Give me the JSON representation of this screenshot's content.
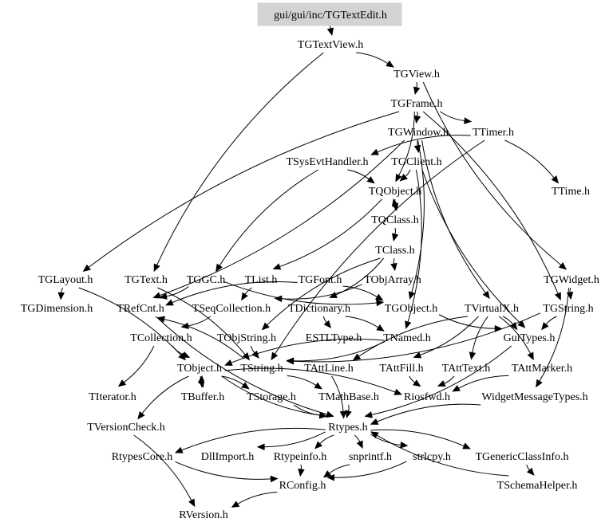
{
  "diagram": {
    "type": "include-dependency-graph",
    "root": "gui/gui/inc/TGTextEdit.h",
    "nodes": [
      {
        "id": "root",
        "label": "gui/gui/inc/TGTextEdit.h",
        "highlighted": true
      },
      {
        "id": "TGTextView",
        "label": "TGTextView.h"
      },
      {
        "id": "TGView",
        "label": "TGView.h"
      },
      {
        "id": "TGFrame",
        "label": "TGFrame.h"
      },
      {
        "id": "TGWindow",
        "label": "TGWindow.h"
      },
      {
        "id": "TTimer",
        "label": "TTimer.h"
      },
      {
        "id": "TSysEvtHandler",
        "label": "TSysEvtHandler.h"
      },
      {
        "id": "TGClient",
        "label": "TGClient.h"
      },
      {
        "id": "TQObject",
        "label": "TQObject.h"
      },
      {
        "id": "TTime",
        "label": "TTime.h"
      },
      {
        "id": "TQClass",
        "label": "TQClass.h"
      },
      {
        "id": "TClass",
        "label": "TClass.h"
      },
      {
        "id": "TGLayout",
        "label": "TGLayout.h"
      },
      {
        "id": "TGText",
        "label": "TGText.h"
      },
      {
        "id": "TGGC",
        "label": "TGGC.h"
      },
      {
        "id": "TList",
        "label": "TList.h"
      },
      {
        "id": "TGFont",
        "label": "TGFont.h"
      },
      {
        "id": "TObjArray",
        "label": "TObjArray.h"
      },
      {
        "id": "TGWidget",
        "label": "TGWidget.h"
      },
      {
        "id": "TGDimension",
        "label": "TGDimension.h"
      },
      {
        "id": "TRefCnt",
        "label": "TRefCnt.h"
      },
      {
        "id": "TSeqCollection",
        "label": "TSeqCollection.h"
      },
      {
        "id": "TDictionary",
        "label": "TDictionary.h"
      },
      {
        "id": "TGObject",
        "label": "TGObject.h"
      },
      {
        "id": "TVirtualX",
        "label": "TVirtualX.h"
      },
      {
        "id": "TGString",
        "label": "TGString.h"
      },
      {
        "id": "TCollection",
        "label": "TCollection.h"
      },
      {
        "id": "TObjString",
        "label": "TObjString.h"
      },
      {
        "id": "ESTLType",
        "label": "ESTLType.h"
      },
      {
        "id": "TNamed",
        "label": "TNamed.h"
      },
      {
        "id": "GuiTypes",
        "label": "GuiTypes.h"
      },
      {
        "id": "TObject",
        "label": "TObject.h"
      },
      {
        "id": "TString",
        "label": "TString.h"
      },
      {
        "id": "TAttLine",
        "label": "TAttLine.h"
      },
      {
        "id": "TAttFill",
        "label": "TAttFill.h"
      },
      {
        "id": "TAttText",
        "label": "TAttText.h"
      },
      {
        "id": "TAttMarker",
        "label": "TAttMarker.h"
      },
      {
        "id": "TIterator",
        "label": "TIterator.h"
      },
      {
        "id": "TBuffer",
        "label": "TBuffer.h"
      },
      {
        "id": "TStorage",
        "label": "TStorage.h"
      },
      {
        "id": "TMathBase",
        "label": "TMathBase.h"
      },
      {
        "id": "Riosfwd",
        "label": "Riosfwd.h"
      },
      {
        "id": "WidgetMessageTypes",
        "label": "WidgetMessageTypes.h"
      },
      {
        "id": "TVersionCheck",
        "label": "TVersionCheck.h"
      },
      {
        "id": "Rtypes",
        "label": "Rtypes.h"
      },
      {
        "id": "RtypesCore",
        "label": "RtypesCore.h"
      },
      {
        "id": "DllImport",
        "label": "DllImport.h"
      },
      {
        "id": "Rtypeinfo",
        "label": "Rtypeinfo.h"
      },
      {
        "id": "snprintf",
        "label": "snprintf.h"
      },
      {
        "id": "strlcpy",
        "label": "strlcpy.h"
      },
      {
        "id": "TGenericClassInfo",
        "label": "TGenericClassInfo.h"
      },
      {
        "id": "TSchemaHelper",
        "label": "TSchemaHelper.h"
      },
      {
        "id": "RConfig",
        "label": "RConfig.h"
      },
      {
        "id": "RVersion",
        "label": "RVersion.h"
      }
    ],
    "edges": [
      [
        "root",
        "TGTextView"
      ],
      [
        "TGTextView",
        "TGView"
      ],
      [
        "TGTextView",
        "TGText"
      ],
      [
        "TGView",
        "TGFrame"
      ],
      [
        "TGView",
        "TGWidget"
      ],
      [
        "TGFrame",
        "TGWindow"
      ],
      [
        "TGFrame",
        "TTimer"
      ],
      [
        "TGFrame",
        "TQObject"
      ],
      [
        "TGFrame",
        "TGLayout"
      ],
      [
        "TGFrame",
        "TGString"
      ],
      [
        "TGWindow",
        "TGClient"
      ],
      [
        "TGWindow",
        "TGObject"
      ],
      [
        "TGWindow",
        "TVirtualX"
      ],
      [
        "TGWindow",
        "TRefCnt"
      ],
      [
        "TTimer",
        "TSysEvtHandler"
      ],
      [
        "TTimer",
        "TTime"
      ],
      [
        "TTimer",
        "TString"
      ],
      [
        "TSysEvtHandler",
        "TQObject"
      ],
      [
        "TSysEvtHandler",
        "TGGC"
      ],
      [
        "TGClient",
        "TQObject"
      ],
      [
        "TGClient",
        "GuiTypes"
      ],
      [
        "TGClient",
        "TNamed"
      ],
      [
        "TQObject",
        "TQClass"
      ],
      [
        "TQObject",
        "TList"
      ],
      [
        "TQClass",
        "TQObject"
      ],
      [
        "TQClass",
        "TClass"
      ],
      [
        "TClass",
        "TObjArray"
      ],
      [
        "TClass",
        "TDictionary"
      ],
      [
        "TClass",
        "TObjString"
      ],
      [
        "TGText",
        "TString"
      ],
      [
        "TGGC",
        "TGObject"
      ],
      [
        "TGGC",
        "TRefCnt"
      ],
      [
        "TList",
        "TSeqCollection"
      ],
      [
        "TGFont",
        "TGObject"
      ],
      [
        "TGFont",
        "TRefCnt"
      ],
      [
        "TObjArray",
        "TSeqCollection"
      ],
      [
        "TGLayout",
        "TGDimension"
      ],
      [
        "TGLayout",
        "TObject"
      ],
      [
        "TGWidget",
        "TGString"
      ],
      [
        "TGWidget",
        "WidgetMessageTypes"
      ],
      [
        "TRefCnt",
        "Rtypes"
      ],
      [
        "TSeqCollection",
        "TCollection"
      ],
      [
        "TDictionary",
        "ESTLType"
      ],
      [
        "TDictionary",
        "TNamed"
      ],
      [
        "TGObject",
        "GuiTypes"
      ],
      [
        "TVirtualX",
        "GuiTypes"
      ],
      [
        "TVirtualX",
        "TAttLine"
      ],
      [
        "TVirtualX",
        "TAttFill"
      ],
      [
        "TVirtualX",
        "TAttText"
      ],
      [
        "TVirtualX",
        "TAttMarker"
      ],
      [
        "TGString",
        "GuiTypes"
      ],
      [
        "TGString",
        "TString"
      ],
      [
        "TCollection",
        "TObject"
      ],
      [
        "TCollection",
        "TIterator"
      ],
      [
        "TObjString",
        "TString"
      ],
      [
        "TNamed",
        "TString"
      ],
      [
        "TNamed",
        "TObject"
      ],
      [
        "GuiTypes",
        "Rtypes"
      ],
      [
        "TObject",
        "TBuffer"
      ],
      [
        "TObject",
        "TStorage"
      ],
      [
        "TObject",
        "TVersionCheck"
      ],
      [
        "TObject",
        "Riosfwd"
      ],
      [
        "TObject",
        "Rtypes"
      ],
      [
        "TString",
        "TMathBase"
      ],
      [
        "TString",
        "TRefCnt"
      ],
      [
        "TAttLine",
        "Rtypes"
      ],
      [
        "TAttFill",
        "Riosfwd"
      ],
      [
        "TAttText",
        "Riosfwd"
      ],
      [
        "TAttMarker",
        "Riosfwd"
      ],
      [
        "TBuffer",
        "TObject"
      ],
      [
        "TStorage",
        "Rtypes"
      ],
      [
        "TMathBase",
        "Rtypes"
      ],
      [
        "WidgetMessageTypes",
        "Rtypes"
      ],
      [
        "TVersionCheck",
        "RVersion"
      ],
      [
        "Rtypes",
        "RtypesCore"
      ],
      [
        "Rtypes",
        "DllImport"
      ],
      [
        "Rtypes",
        "Rtypeinfo"
      ],
      [
        "Rtypes",
        "snprintf"
      ],
      [
        "Rtypes",
        "strlcpy"
      ],
      [
        "Rtypes",
        "TGenericClassInfo"
      ],
      [
        "TGenericClassInfo",
        "TSchemaHelper"
      ],
      [
        "TSchemaHelper",
        "Rtypes"
      ],
      [
        "RtypesCore",
        "RConfig"
      ],
      [
        "Rtypeinfo",
        "RConfig"
      ],
      [
        "snprintf",
        "RConfig"
      ],
      [
        "strlcpy",
        "RConfig"
      ],
      [
        "RConfig",
        "RVersion"
      ]
    ]
  }
}
